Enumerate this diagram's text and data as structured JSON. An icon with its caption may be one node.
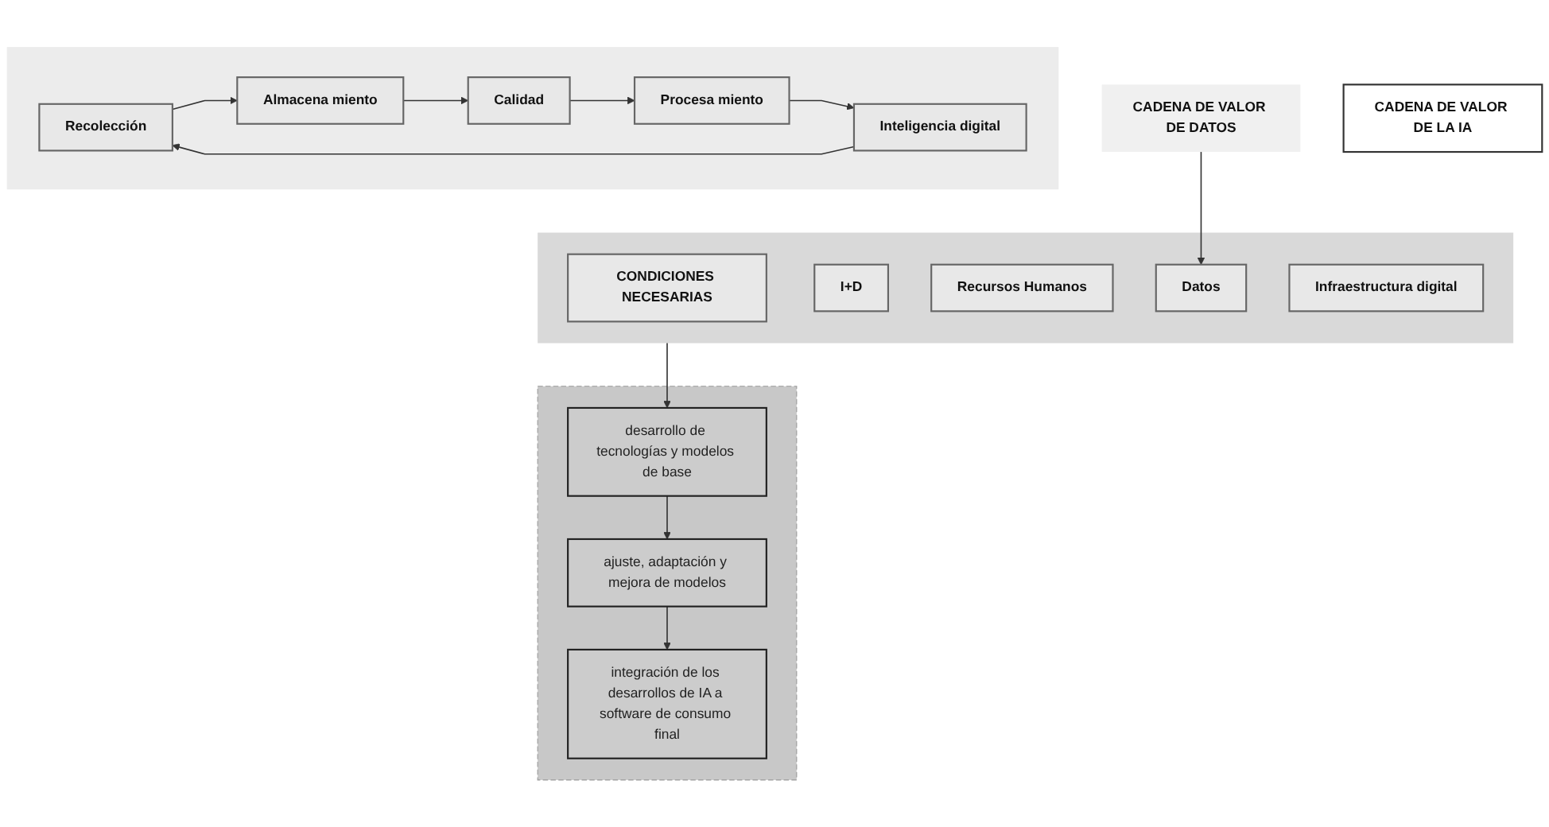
{
  "diagram": {
    "nodes": [
      {
        "text": [
          "CADENA DE VALOR DE DATOS"
        ]
      },
      {
        "text": [],
        "shape": "box"
      },
      {
        "text": [
          "Recolección"
        ],
        "in": 1
      },
      {
        "text": [
          "Almacena miento"
        ],
        "in": 1
      },
      {
        "text": [
          "Calidad"
        ],
        "in": 1
      },
      {
        "text": [
          "Procesa miento"
        ],
        "in": 1
      },
      {
        "text": [
          "Inteligencia digital"
        ],
        "in": 1
      },
      {
        "text": [],
        "shape": "box"
      },
      {
        "text": [
          "CONDICIONES NECESARIAS"
        ],
        "in": 7
      },
      {
        "text": [
          "I+D"
        ],
        "in": 7
      },
      {
        "text": [
          "Recursos Humanos"
        ],
        "in": 7
      },
      {
        "text": [
          "Datos"
        ],
        "in": 7
      },
      {
        "text": [
          "Infraestructura digital"
        ],
        "in": 7
      },
      {
        "text": [],
        "shape": "triangle"
      },
      {
        "text": [
          "desarrollo de tecnologías y modelos de base"
        ],
        "in": 13
      },
      {
        "text": [
          "ajuste, adaptación y mejora de modelos"
        ],
        "in": 13
      },
      {
        "text": [
          "integración de los desarrollos de IA a software de consumo final"
        ],
        "in": 13
      },
      {
        "text": [
          "CADENA DE VALOR DE LA IA"
        ]
      }
    ],
    "edges": [
      {
        "from": 2,
        "to": 3,
        "arrow": "to"
      },
      {
        "from": 3,
        "to": 4,
        "arrow": "to"
      },
      {
        "from": 4,
        "to": 5,
        "arrow": "to"
      },
      {
        "from": 5,
        "to": 6,
        "arrow": "to"
      },
      {
        "from": 6,
        "to": 2,
        "arrow": "to"
      },
      {
        "from": 0,
        "to": 11,
        "arrow": "to"
      },
      {
        "from": 7,
        "to": 14,
        "arrow": "to"
      },
      {
        "from": 14,
        "to": 15,
        "arrow": "to"
      },
      {
        "from": 15,
        "to": 16,
        "arrow": "to"
      }
    ]
  }
}
